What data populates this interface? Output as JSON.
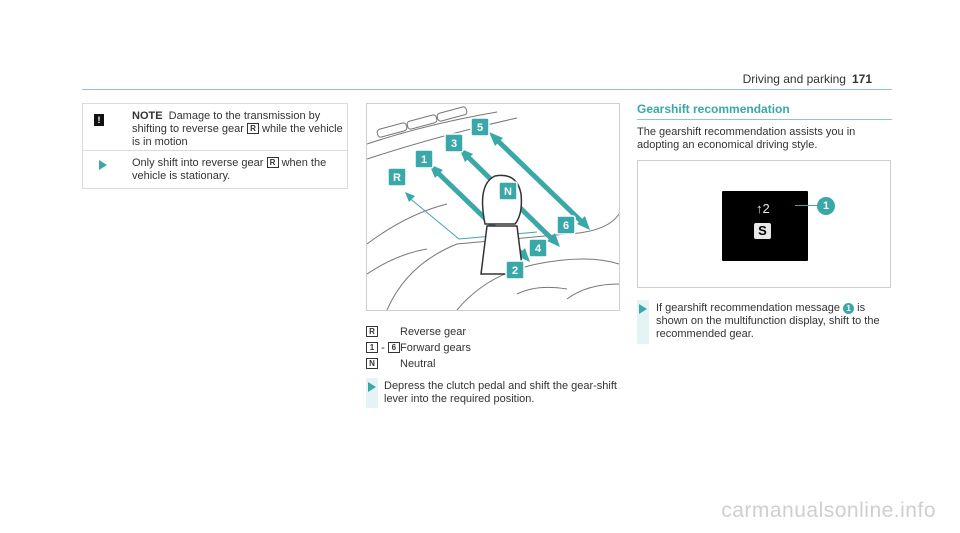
{
  "header": {
    "title": "Driving and parking",
    "page": "171"
  },
  "note": {
    "keyword": "NOTE",
    "text_before": "Damage to the transmission by shifting to reverse gear",
    "gear": "R",
    "text_after": "while the vehicle is in motion",
    "step_before": "Only shift into reverse gear",
    "step_after": "when the vehicle is stationary."
  },
  "figure1": {
    "labels": [
      "R",
      "1",
      "2",
      "3",
      "4",
      "5",
      "6",
      "N"
    ]
  },
  "legend": [
    {
      "symbol": "R",
      "description": "Reverse gear"
    },
    {
      "symbol_from": "1",
      "symbol_to": "6",
      "separator": "-",
      "description": "Forward gears"
    },
    {
      "symbol": "N",
      "description": "Neutral"
    }
  ],
  "step_clutch": "Depress the clutch pedal and shift the gear-shift lever into the required position.",
  "section": {
    "title": "Gearshift recommendation",
    "intro": "The gearshift recommendation assists you in adopting an economical driving style."
  },
  "figure2": {
    "display_up": "↑2",
    "display_mode": "S",
    "callout": "1"
  },
  "step_recommendation": {
    "before": "If gearshift recommendation message",
    "badge": "1",
    "after": "is shown on the multifunction display, shift to the recommended gear."
  },
  "watermark": "carmanualsonline.info",
  "colors": {
    "accent": "#3aa8a8",
    "rule": "#8fc6c7"
  }
}
